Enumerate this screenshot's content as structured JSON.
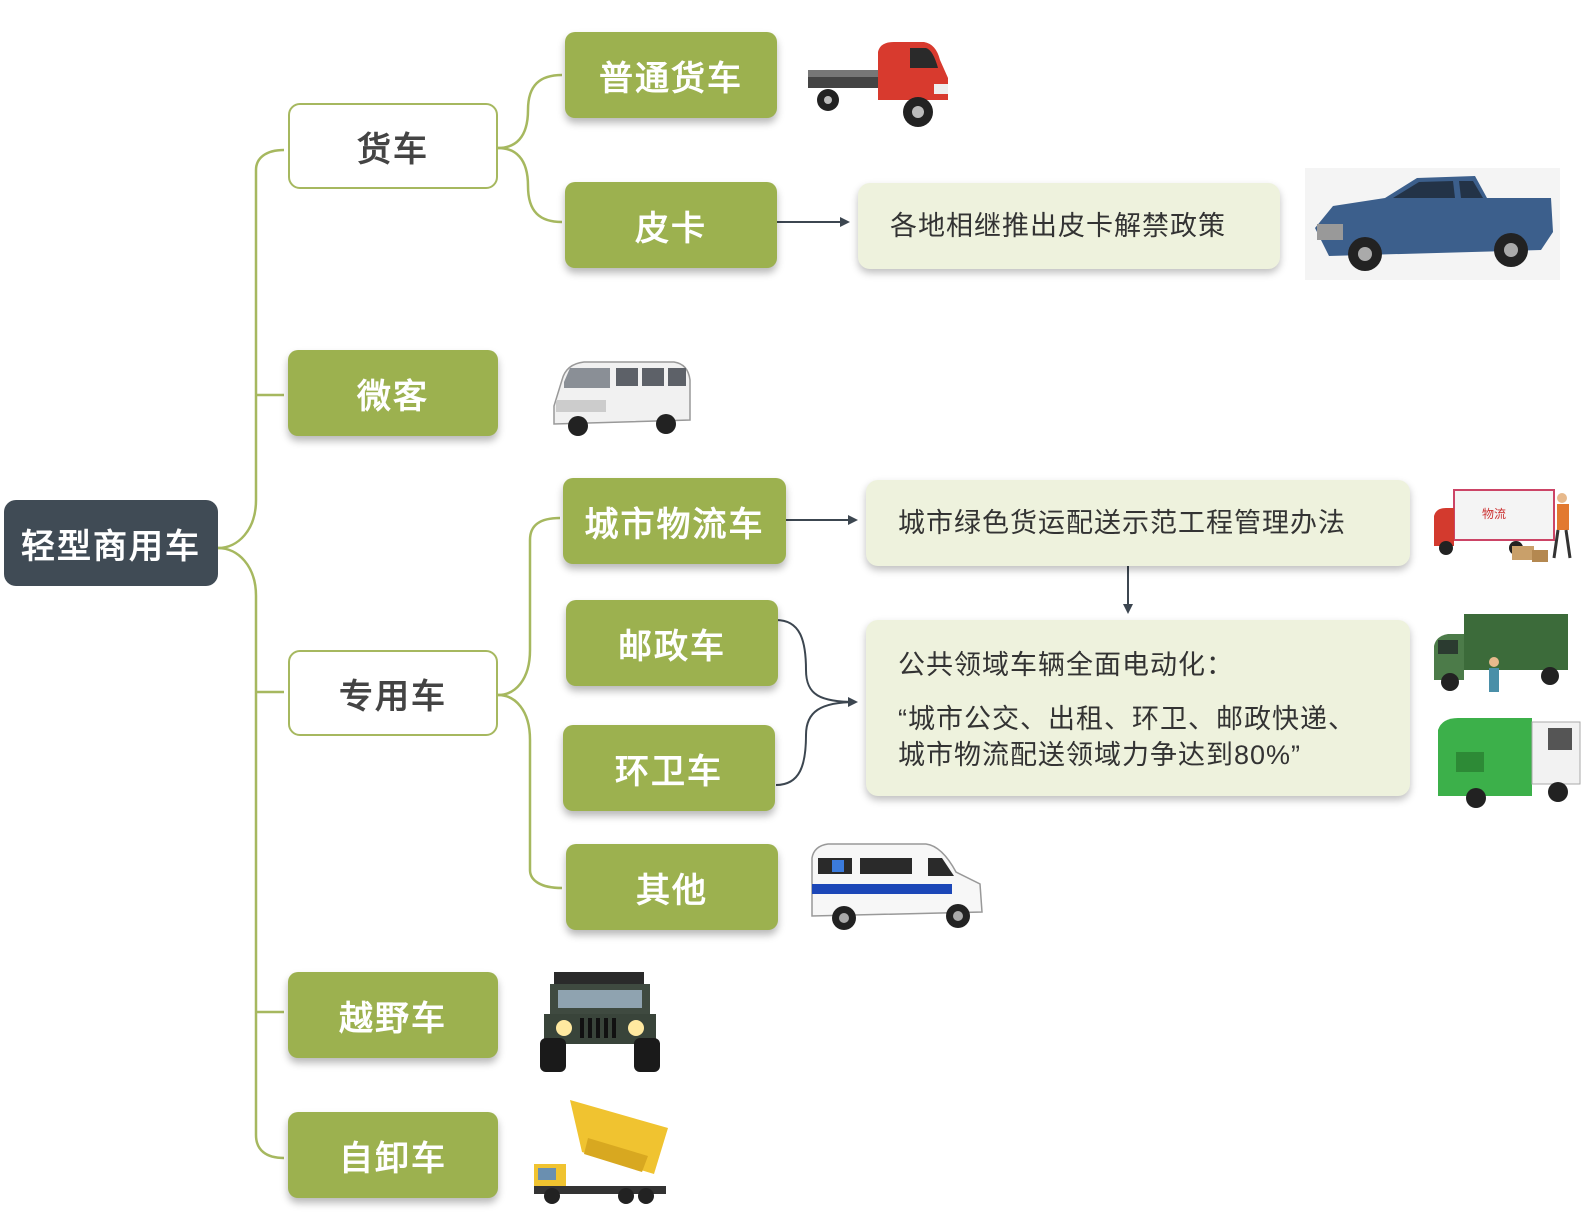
{
  "root": {
    "label": "轻型商用车"
  },
  "branches": {
    "truck": {
      "label": "货车"
    },
    "minibus": {
      "label": "微客"
    },
    "special": {
      "label": "专用车"
    },
    "offroad": {
      "label": "越野车"
    },
    "dump": {
      "label": "自卸车"
    }
  },
  "truck_children": {
    "regular": {
      "label": "普通货车"
    },
    "pickup": {
      "label": "皮卡"
    }
  },
  "special_children": {
    "logistics": {
      "label": "城市物流车"
    },
    "postal": {
      "label": "邮政车"
    },
    "sanitation": {
      "label": "环卫车"
    },
    "other": {
      "label": "其他"
    }
  },
  "notes": {
    "pickup_policy": "各地相继推出皮卡解禁政策",
    "green_freight": "城市绿色货运配送示范工程管理办法",
    "electrification": {
      "line1": "公共领域车辆全面电动化：",
      "line2": "“城市公交、出租、环卫、邮政快递、",
      "line3": "城市物流配送领域力争达到80%”"
    }
  },
  "images": [
    "flatbed-truck-image",
    "pickup-truck-image",
    "minivan-image",
    "delivery-truck-image",
    "green-box-truck-image",
    "garbage-truck-image",
    "ambulance-image",
    "jeep-image",
    "dump-truck-image"
  ],
  "colors": {
    "root_bg": "#404b55",
    "node_green": "#9cb14f",
    "connector": "#a6b85f",
    "note_bg": "#eef2dd",
    "arrow": "#3c4650"
  }
}
